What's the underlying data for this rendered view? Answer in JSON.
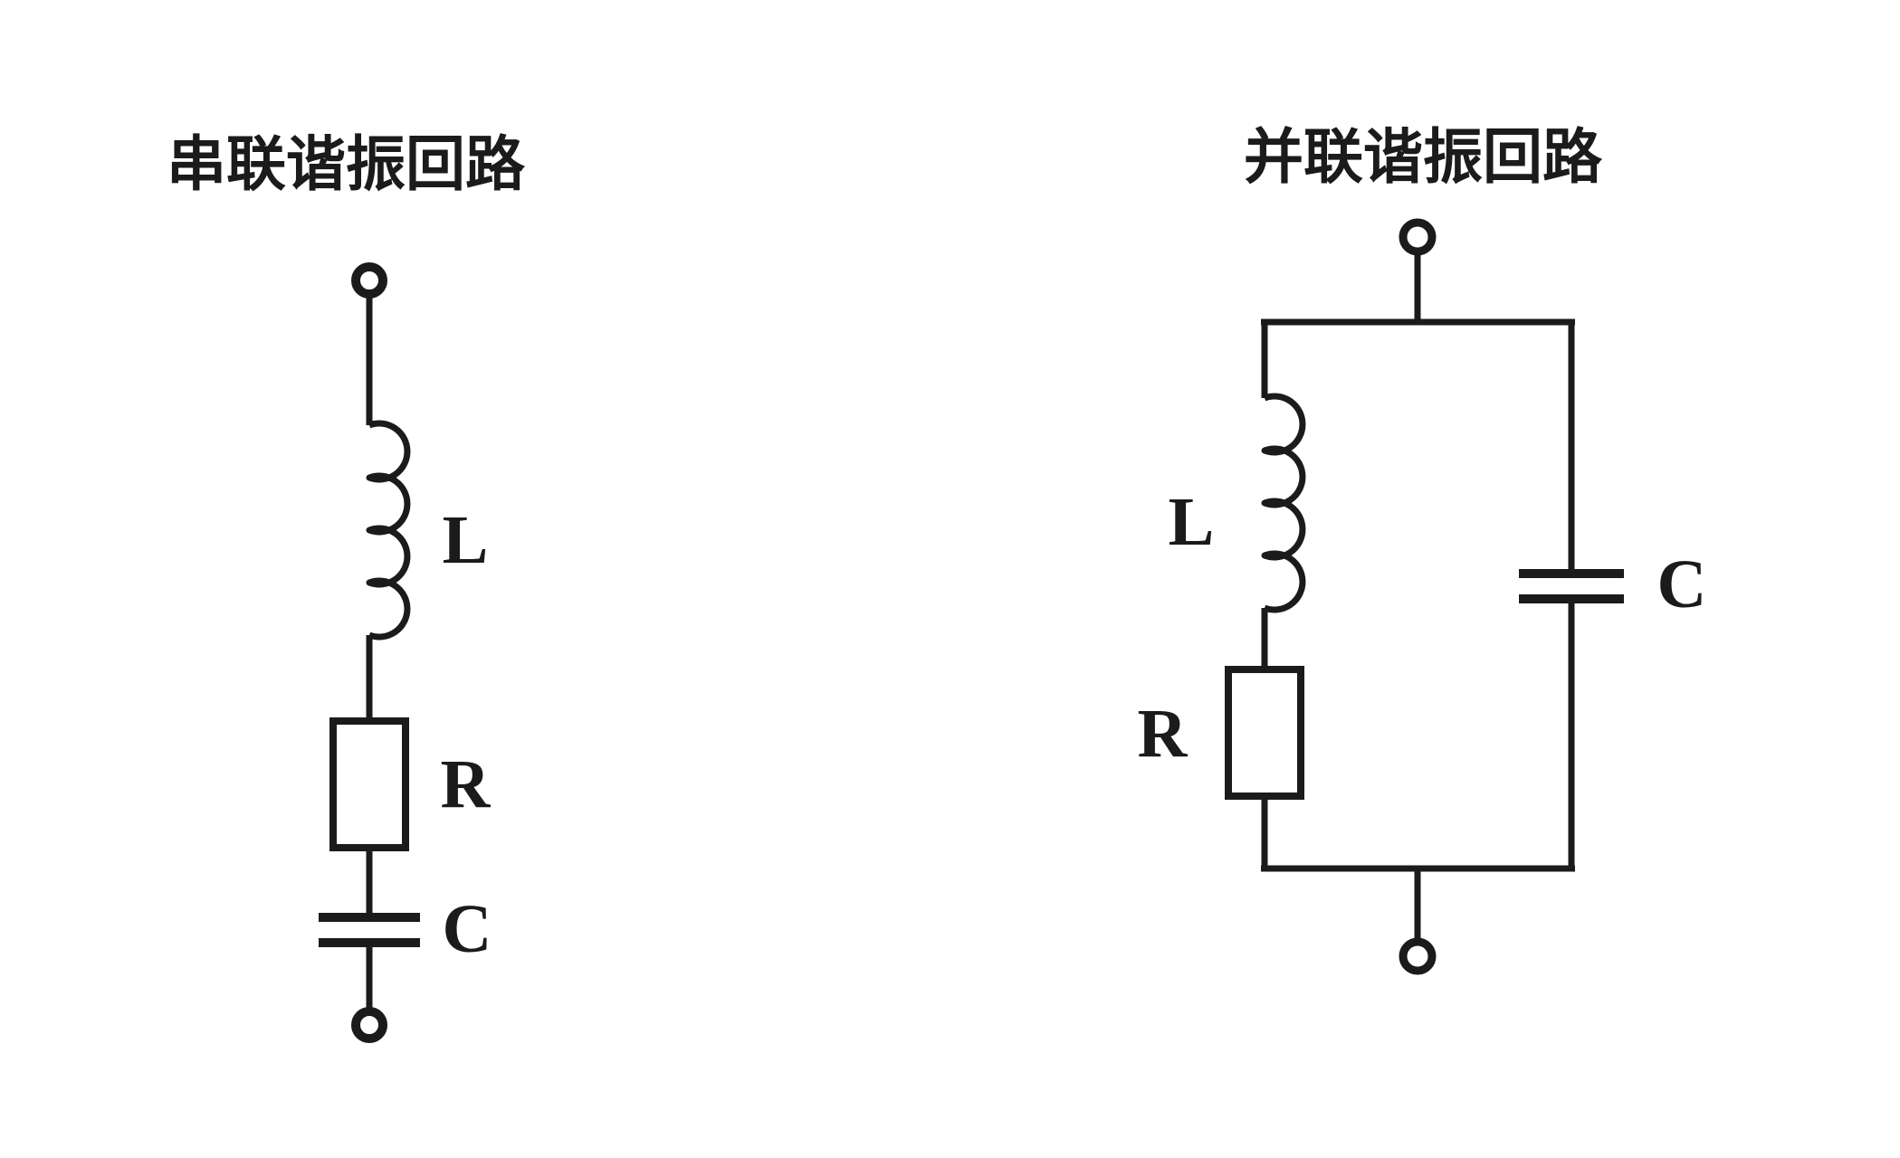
{
  "colors": {
    "stroke": "#1b1b1b",
    "background": "#ffffff"
  },
  "left_circuit": {
    "title": "串联谐振回路",
    "topology": "series",
    "labels": {
      "inductor": "L",
      "resistor": "R",
      "capacitor": "C"
    }
  },
  "right_circuit": {
    "title": "并联谐振回路",
    "topology": "parallel",
    "labels": {
      "inductor": "L",
      "resistor": "R",
      "capacitor": "C"
    }
  }
}
